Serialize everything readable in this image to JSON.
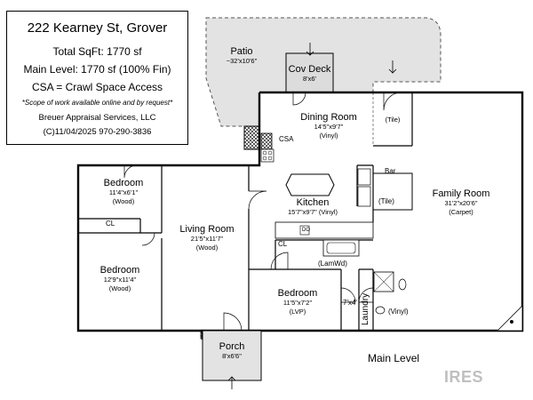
{
  "info": {
    "address": "222 Kearney St, Grover",
    "total_sqft": "Total SqFt: 1770 sf",
    "main_level": "Main Level: 1770 sf (100% Fin)",
    "csa_legend": "CSA = Crawl Space Access",
    "scope_note": "*Scope of work available online and by request*",
    "company": "Breuer Appraisal Services, LLC",
    "date_phone": "(C)11/04/2025   970-290-3836"
  },
  "rooms": {
    "patio": {
      "name": "Patio",
      "dims": "~32'x10'6\""
    },
    "cov_deck": {
      "name": "Cov Deck",
      "dims": "8'x6'"
    },
    "dining": {
      "name": "Dining Room",
      "dims": "14'5\"x9'7\"",
      "floor": "(Vinyl)"
    },
    "tile_top": {
      "name": "(Tile)"
    },
    "bedroom1": {
      "name": "Bedroom",
      "dims": "11'4\"x6'1\"",
      "floor": "(Wood)"
    },
    "kitchen": {
      "name": "Kitchen",
      "dims": "15'7\"x9'7\" (Vinyl)"
    },
    "family": {
      "name": "Family Room",
      "dims": "31'2\"x20'6\"",
      "floor": "(Carpet)"
    },
    "living": {
      "name": "Living Room",
      "dims": "21'5\"x11'7\"",
      "floor": "(Wood)"
    },
    "bedroom2": {
      "name": "Bedroom",
      "dims": "12'9\"x11'4\"",
      "floor": "(Wood)"
    },
    "bedroom3": {
      "name": "Bedroom",
      "dims": "11'5\"x7'2\"",
      "floor": "(LVP)"
    },
    "porch": {
      "name": "Porch",
      "dims": "8'x6'6\""
    }
  },
  "labels": {
    "csa": "CSA",
    "bar": "Bar",
    "tile_bar": "(Tile)",
    "cl_top": "CL",
    "cl_kitchen": "CL",
    "do": "DO",
    "lamwd": "(LamWd)",
    "laundry": "Laundry",
    "laundry_dims": "7'x4'",
    "vinyl_bath": "(Vinyl)",
    "main_level": "Main Level",
    "watermark": "IRES"
  }
}
